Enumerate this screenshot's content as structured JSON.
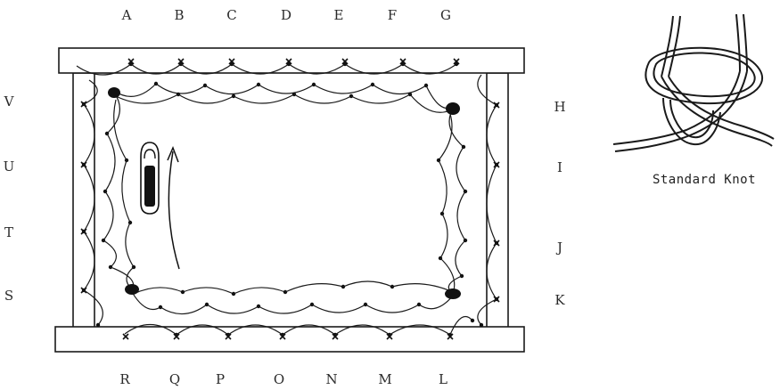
{
  "top_labels": [
    "A",
    "B",
    "C",
    "D",
    "E",
    "F",
    "G"
  ],
  "bottom_labels": [
    "R",
    "Q",
    "P",
    "O",
    "N",
    "M",
    "L"
  ],
  "left_labels": [
    "V",
    "U",
    "T",
    "S"
  ],
  "right_labels": [
    "H",
    "I",
    "J",
    "K"
  ],
  "knot_caption": "Standard Knot",
  "icons": {
    "shuttle": "netting-shuttle-icon",
    "arrow": "direction-arrow-icon",
    "knot": "standard-knot-icon"
  },
  "colors": {
    "ink": "#1a1a1a",
    "background": "#ffffff"
  }
}
